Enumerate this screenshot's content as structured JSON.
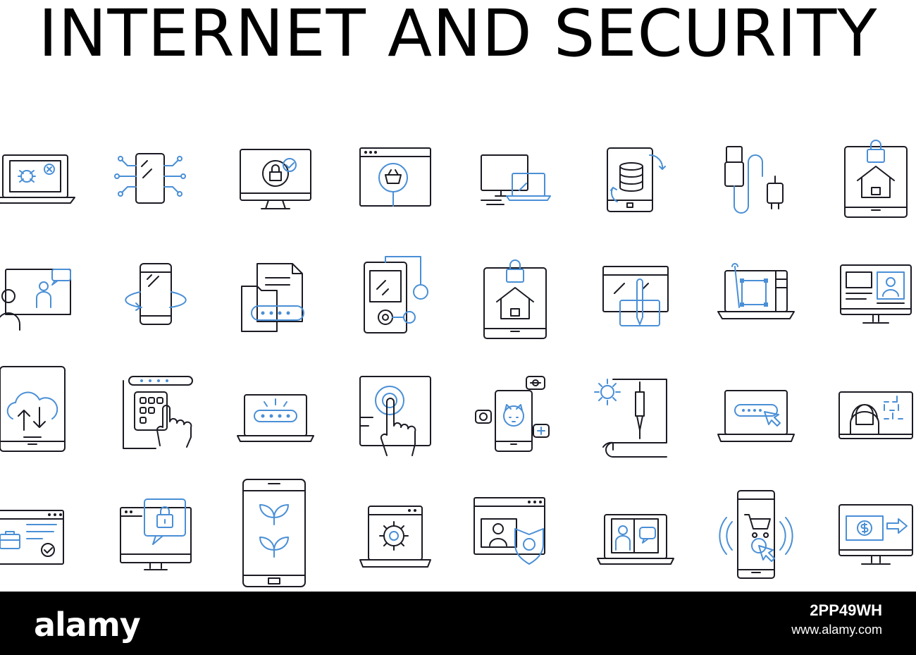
{
  "title": "INTERNET AND SECURITY",
  "colors": {
    "line": "#1b1b24",
    "accent": "#4a8fd6",
    "footer": "#000000"
  },
  "icons": [
    "laptop-bug-icon",
    "smartphone-circuit-icon",
    "monitor-lock-check-icon",
    "browser-shopping-basket-icon",
    "desktop-laptop-icon",
    "tablet-database-sync-icon",
    "usb-cable-charger-icon",
    "tablet-lock-home-icon",
    "video-conference-icon",
    "smartphone-rotate-icon",
    "folder-password-icon",
    "media-player-earphones-icon",
    "tablet-lock-home-icon",
    "monitor-graphics-tablet-icon",
    "laptop-design-tool-icon",
    "monitor-profile-icon",
    "tablet-cloud-transfer-icon",
    "keypad-password-icon",
    "laptop-password-icon",
    "touchscreen-tap-icon",
    "smartphone-social-icon",
    "book-settings-pen-icon",
    "laptop-login-cursor-icon",
    "monitor-hacker-icon",
    "browser-briefcase-check-icon",
    "monitor-lock-chat-icon",
    "smartphone-leaves-icon",
    "laptop-gear-icon",
    "browser-user-shield-icon",
    "laptop-ebook-icon",
    "smartphone-cart-click-icon",
    "monitor-money-transfer-icon"
  ],
  "footer": {
    "brand": "alamy",
    "image_id": "2PP49WH",
    "site": "www.alamy.com"
  }
}
